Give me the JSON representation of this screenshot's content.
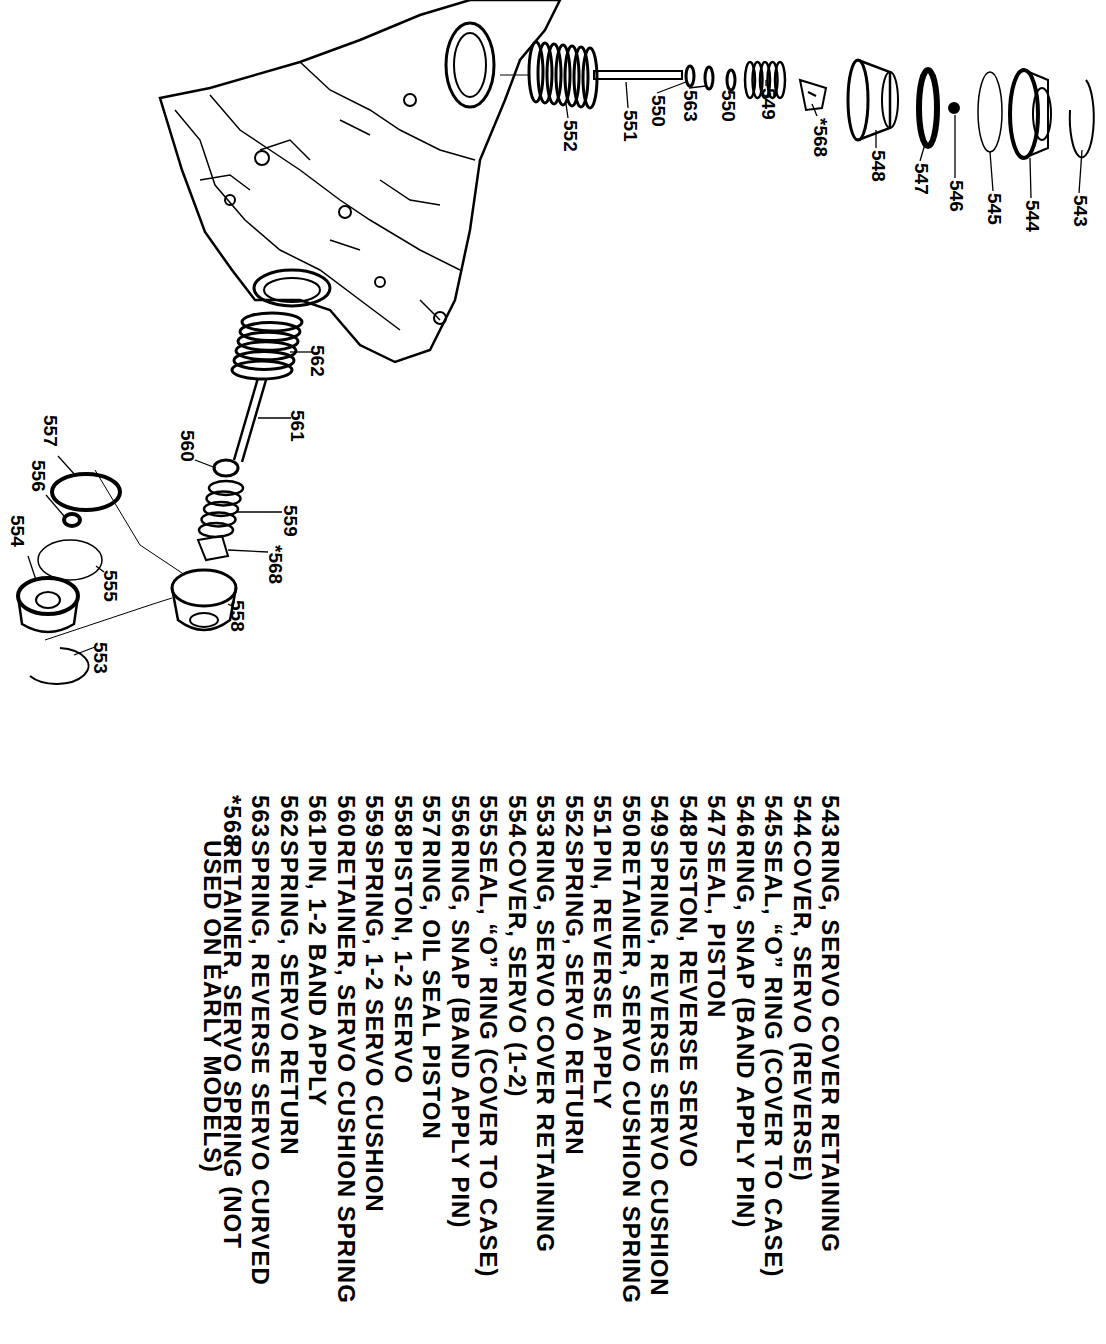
{
  "diagram": {
    "labels": [
      "552",
      "551",
      "550",
      "563",
      "550",
      "549",
      "*568",
      "548",
      "547",
      "546",
      "545",
      "544",
      "543",
      "562",
      "561",
      "560",
      "559",
      "*568",
      "558",
      "557",
      "556",
      "554",
      "555",
      "553",
      "543",
      "RING, SERVO COVER RETAINING",
      "544",
      "COVER, SERVO (REVERSE)",
      "545",
      "SEAL, “O” RING (COVER TO CASE)",
      "546",
      "RING, SNAP (BAND APPLY PIN)",
      "547",
      "SEAL, PISTON",
      "548",
      "PISTON, REVERSE SERVO",
      "549",
      "SPRING, REVERSE SERVO CUSHION",
      "550",
      "RETAINER, SERVO CUSHION SPRING",
      "551",
      "PIN, REVERSE APPLY",
      "552",
      "SPRING, SERVO RETURN",
      "553",
      "RING, SERVO COVER RETAINING",
      "554",
      "COVER, SERVO (1-2)",
      "555",
      "SEAL, “O” RING (COVER TO CASE)",
      "556",
      "RING, SNAP (BAND APPLY PIN)",
      "557",
      "RING, OIL SEAL PISTON",
      "558",
      "PISTON, 1-2 SERVO",
      "559",
      "SPRING, 1-2 SERVO CUSHION",
      "560",
      "RETAINER, SERVO CUSHION SPRING",
      "561",
      "PIN, 1-2 BAND APPLY",
      "562",
      "SPRING, SERVO RETURN",
      "563",
      "SPRING, REVERSE SERVO CURVED",
      "*568",
      "RETAINER, SERVO SPRING (NOT USED ON EARLY MODELS)"
    ]
  }
}
